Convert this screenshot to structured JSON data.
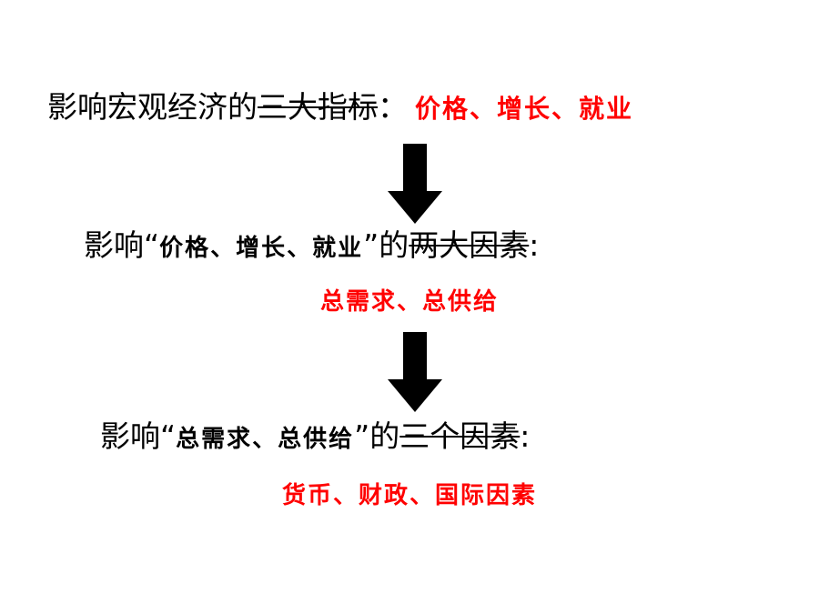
{
  "line1": {
    "prefix": "影响宏观经济的",
    "underlined": "三大指标",
    "colon": "：",
    "highlight": "价格、增长、就业",
    "highlight_color": "#ff0000"
  },
  "arrow1": {
    "icon": "down-arrow-icon"
  },
  "line2": {
    "prefix": "影响“",
    "quoted": "价格、增长、就业",
    "close_quote": "”的",
    "underlined": "两大因素",
    "colon": ":"
  },
  "line3": {
    "text": "总需求、总供给",
    "color": "#ff0000"
  },
  "arrow2": {
    "icon": "down-arrow-icon"
  },
  "line4": {
    "prefix": "影响“",
    "quoted": "总需求、总供给",
    "close_quote": "”的",
    "underlined": "三个因素",
    "colon": ":"
  },
  "line5": {
    "text": "货币、财政、国际因素",
    "color": "#ff0000"
  }
}
